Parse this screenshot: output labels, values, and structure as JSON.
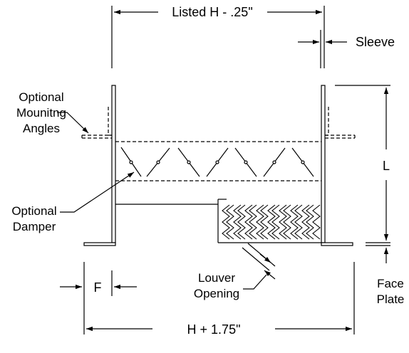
{
  "drawing": {
    "dimension_top": "Listed H - .25\"",
    "dimension_bottom": "H + 1.75\"",
    "dimension_right": "L",
    "dimension_left_bottom": "F",
    "label_sleeve": "Sleeve",
    "label_angles": [
      "Optional",
      "Mounitng",
      "Angles"
    ],
    "label_damper": [
      "Optional",
      "Damper"
    ],
    "label_louver": [
      "Louver",
      "Opening"
    ],
    "label_face_plate": [
      "Face",
      "Plate"
    ]
  },
  "colors": {
    "line": "#000000",
    "background": "#ffffff"
  }
}
